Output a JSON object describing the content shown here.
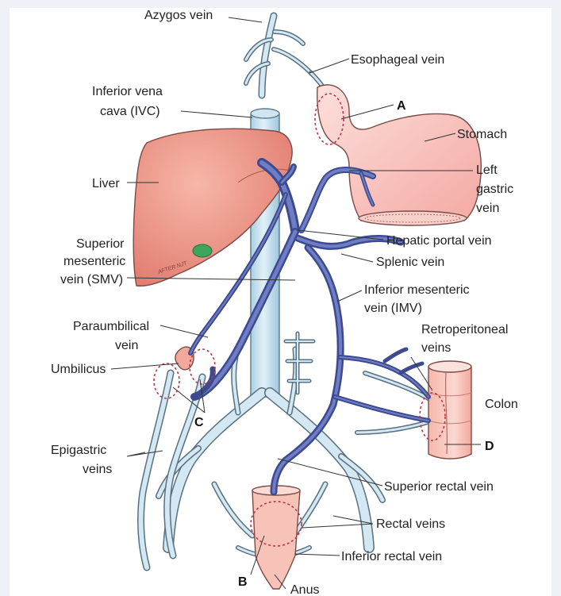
{
  "labels": {
    "azygos": "Azygos vein",
    "esophageal": "Esophageal vein",
    "ivc_1": "Inferior vena",
    "ivc_2": "cava (IVC)",
    "stomach": "Stomach",
    "liver": "Liver",
    "left_gastric_1": "Left",
    "left_gastric_2": "gastric",
    "left_gastric_3": "vein",
    "hepatic_portal": "Hepatic portal vein",
    "smv_1": "Superior",
    "smv_2": "mesenteric",
    "smv_3": "vein (SMV)",
    "splenic": "Splenic vein",
    "imv_1": "Inferior mesenteric",
    "imv_2": "vein (IMV)",
    "paraumbilical_1": "Paraumbilical",
    "paraumbilical_2": "vein",
    "retroperitoneal_1": "Retroperitoneal",
    "retroperitoneal_2": "veins",
    "umbilicus": "Umbilicus",
    "colon": "Colon",
    "epigastric_1": "Epigastric",
    "epigastric_2": "veins",
    "superior_rectal": "Superior rectal vein",
    "rectal": "Rectal veins",
    "inferior_rectal": "Inferior rectal vein",
    "anus": "Anus"
  },
  "letters": {
    "a": "A",
    "b": "B",
    "c": "C",
    "d": "D"
  },
  "liver_signature": "AFTER NJT",
  "colors": {
    "background": "#eef1f6",
    "portal_vein": "#3d4a8f",
    "systemic_vein": "#bcd9ea",
    "organ": "#f0a49a",
    "anastomosis_ring": "#c0334a"
  }
}
